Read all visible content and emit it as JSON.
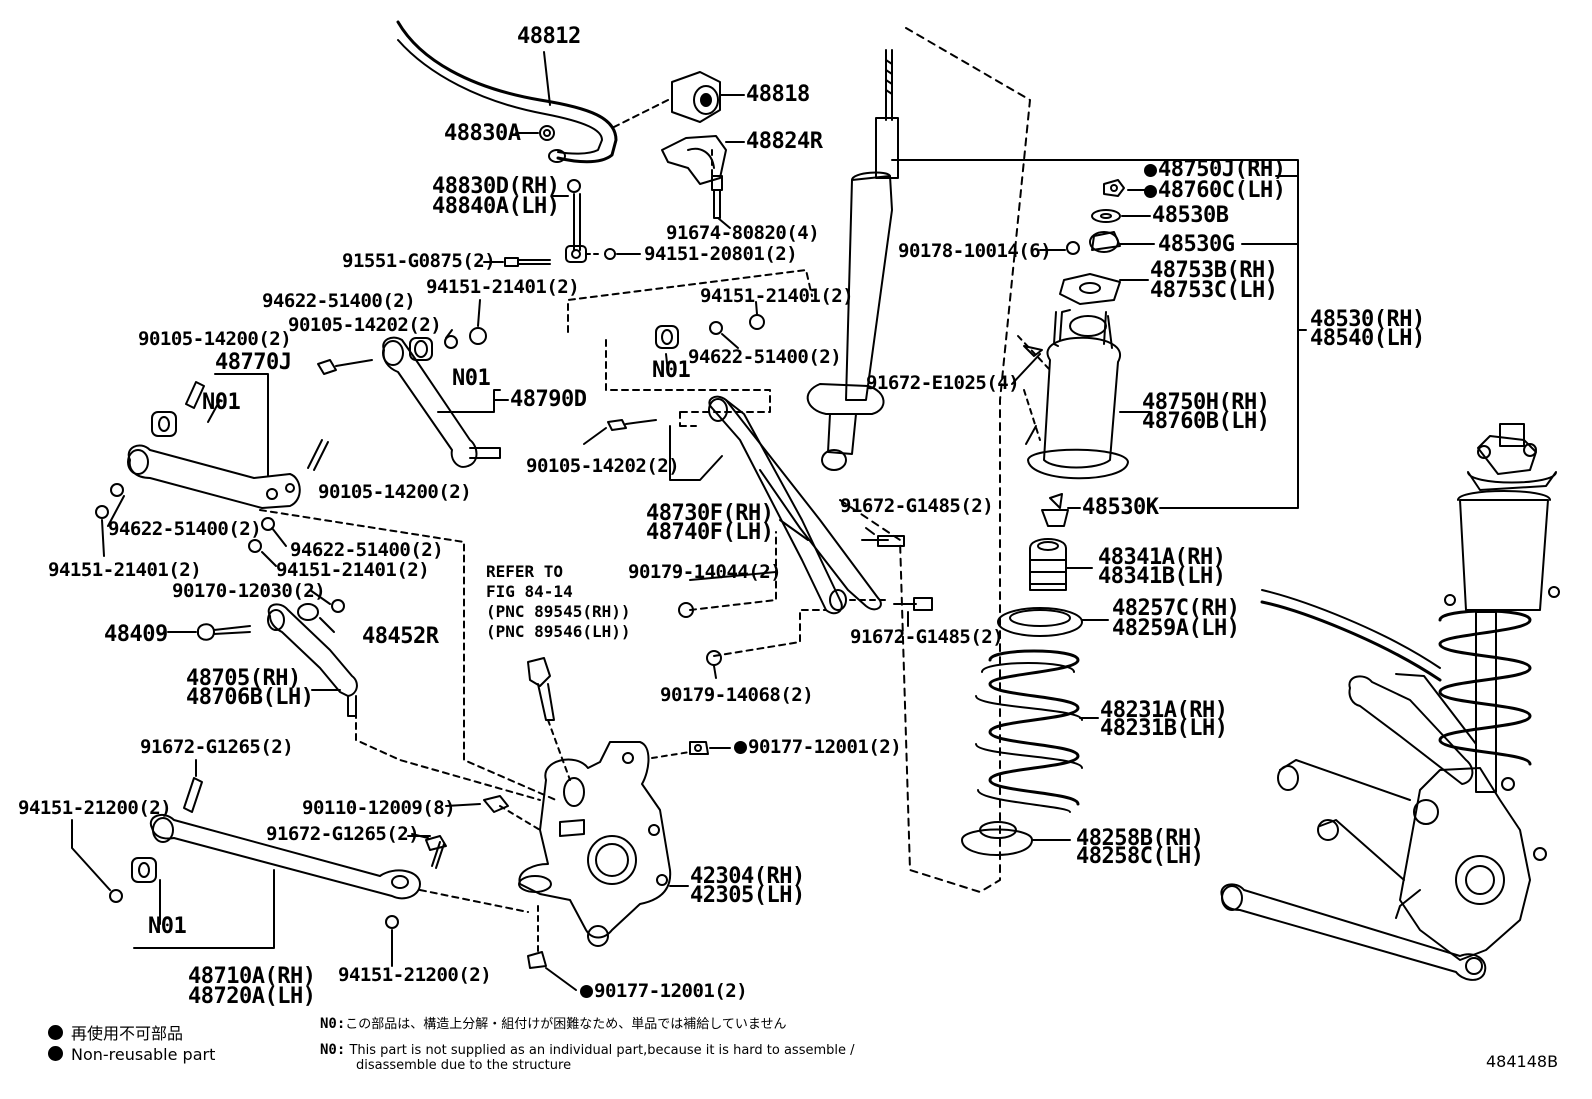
{
  "labels": {
    "p48812": "48812",
    "p48818": "48818",
    "p48830a": "48830A",
    "p48824r": "48824R",
    "p48830d": "48830D(RH)",
    "p48840a": "48840A(LH)",
    "p91674": "91674-80820(4)",
    "p91551": "91551-G0875(2)",
    "p94151_20801": "94151-20801(2)",
    "p94622_a": "94622-51400(2)",
    "p94151_a": "94151-21401(2)",
    "p90105_14202a": "90105-14202(2)",
    "p90105_14200a": "90105-14200(2)",
    "p48770j": "48770J",
    "n01_a": "N01",
    "n01_b": "N01",
    "p48790d": "48790D",
    "p94151_b": "94151-21401(2)",
    "n01_c": "N01",
    "p94622_b": "94622-51400(2)",
    "p90105_14202b": "90105-14202(2)",
    "p90105_14200b": "90105-14200(2)",
    "p94622_c": "94622-51400(2)",
    "p94622_d": "94622-51400(2)",
    "p94151_c": "94151-21401(2)",
    "p94151_d": "94151-21401(2)",
    "p90170": "90170-12030(2)",
    "p48409": "48409",
    "p48452r": "48452R",
    "p48705": "48705(RH)",
    "p48706b": "48706B(LH)",
    "p48730f": "48730F(RH)",
    "p48740f": "48740F(LH)",
    "p90179_14044": "90179-14044(2)",
    "p90179_14068": "90179-14068(2)",
    "p91672_g1485a": "91672-G1485(2)",
    "p91672_g1485b": "91672-G1485(2)",
    "p91672_e1025": "91672-E1025(4)",
    "p90178": "90178-10014(6)",
    "p48750j": "48750J(RH)",
    "p48760c": "48760C(LH)",
    "p48530b": "48530B",
    "p48530g": "48530G",
    "p48753b": "48753B(RH)",
    "p48753c": "48753C(LH)",
    "p48530rh": "48530(RH)",
    "p48540lh": "48540(LH)",
    "p48750h": "48750H(RH)",
    "p48760b": "48760B(LH)",
    "p48530k": "48530K",
    "p48341a": "48341A(RH)",
    "p48341b": "48341B(LH)",
    "p48257c": "48257C(RH)",
    "p48259a": "48259A(LH)",
    "p48231a": "48231A(RH)",
    "p48231b": "48231B(LH)",
    "p48258b": "48258B(RH)",
    "p48258c": "48258C(LH)",
    "p91672_g1265a": "91672-G1265(2)",
    "p94151_21200a": "94151-21200(2)",
    "p90110": "90110-12009(8)",
    "p91672_g1265b": "91672-G1265(2)",
    "p90177a": "90177-12001(2)",
    "p42304": "42304(RH)",
    "p42305": "42305(LH)",
    "n01_d": "N01",
    "p48710a": "48710A(RH)",
    "p48720a": "48720A(LH)",
    "p94151_21200b": "94151-21200(2)",
    "p90177b": "90177-12001(2)"
  },
  "refer": {
    "line1": "REFER TO",
    "line2": "FIG 84-14",
    "line3": "(PNC 89545(RH))",
    "line4": "(PNC 89546(LH))"
  },
  "legend": {
    "jp": "再使用不可部品",
    "en": "Non-reusable part"
  },
  "notes": {
    "jp_key": "N0:",
    "jp_text": "この部品は、構造上分解・組付けが困難なため、単品では補給していません",
    "en_key": "N0:",
    "en_text1": "This part is not supplied as an individual part,because it is hard to assemble /",
    "en_text2": "disassemble due to the structure"
  },
  "figure_id": "484148B"
}
